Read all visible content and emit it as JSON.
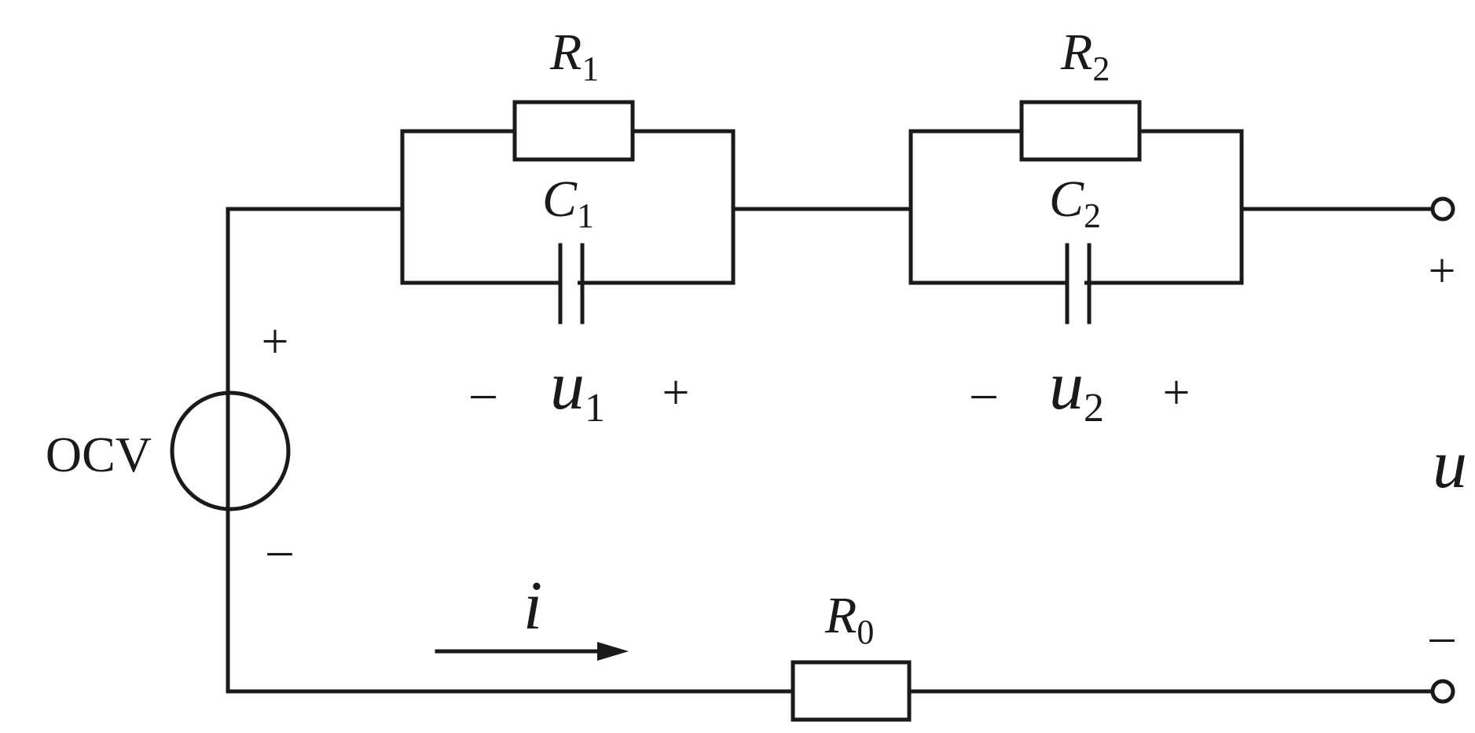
{
  "diagram": {
    "source_label": "OCV",
    "resistors": {
      "r1": {
        "symbol": "R",
        "sub": "1"
      },
      "r2": {
        "symbol": "R",
        "sub": "2"
      },
      "r0": {
        "symbol": "R",
        "sub": "0"
      }
    },
    "capacitors": {
      "c1": {
        "symbol": "C",
        "sub": "1"
      },
      "c2": {
        "symbol": "C",
        "sub": "2"
      }
    },
    "voltages": {
      "u1": {
        "symbol": "u",
        "sub": "1",
        "neg": "–",
        "pos": "+"
      },
      "u2": {
        "symbol": "u",
        "sub": "2",
        "neg": "–",
        "pos": "+"
      },
      "terminal": {
        "symbol": "u",
        "pos": "+",
        "neg": "–"
      }
    },
    "source_polarity": {
      "pos": "+",
      "neg": "–"
    },
    "current": {
      "symbol": "i"
    }
  }
}
